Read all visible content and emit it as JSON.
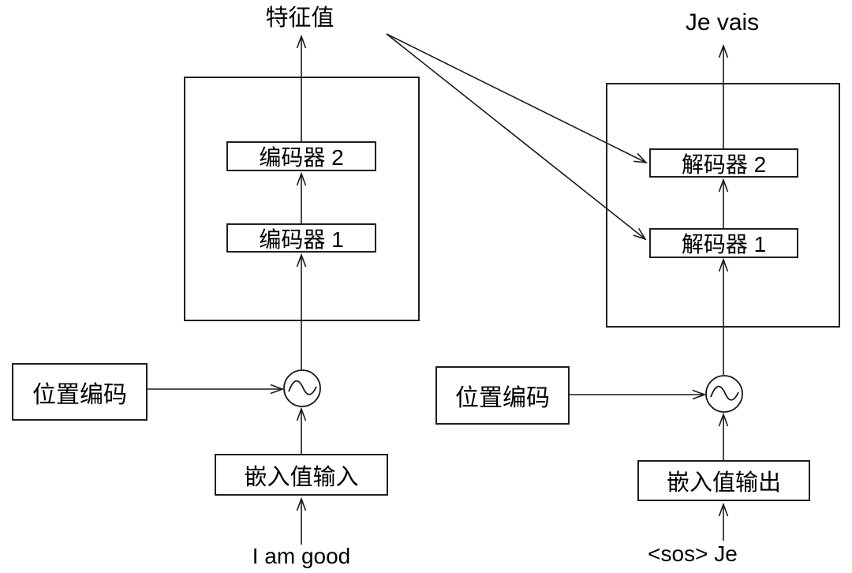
{
  "diagram_type": "transformer-encoder-decoder-architecture",
  "encoder": {
    "output_label": "特征值",
    "layer2_label": "编码器 2",
    "layer1_label": "编码器 1",
    "positional_encoding_label": "位置编码",
    "embedding_label": "嵌入值输入",
    "input_label": "I am good"
  },
  "decoder": {
    "output_label": "Je vais",
    "layer2_label": "解码器 2",
    "layer1_label": "解码器 1",
    "positional_encoding_label": "位置编码",
    "embedding_label": "嵌入值输出",
    "input_label": "<sos> Je"
  },
  "icons": {
    "positional_add_symbol": "sine-wave-in-circle",
    "arrowhead_style": "open-v"
  },
  "colors": {
    "background": "#ffffff",
    "line": "#1a1a1a",
    "text": "#000000"
  }
}
